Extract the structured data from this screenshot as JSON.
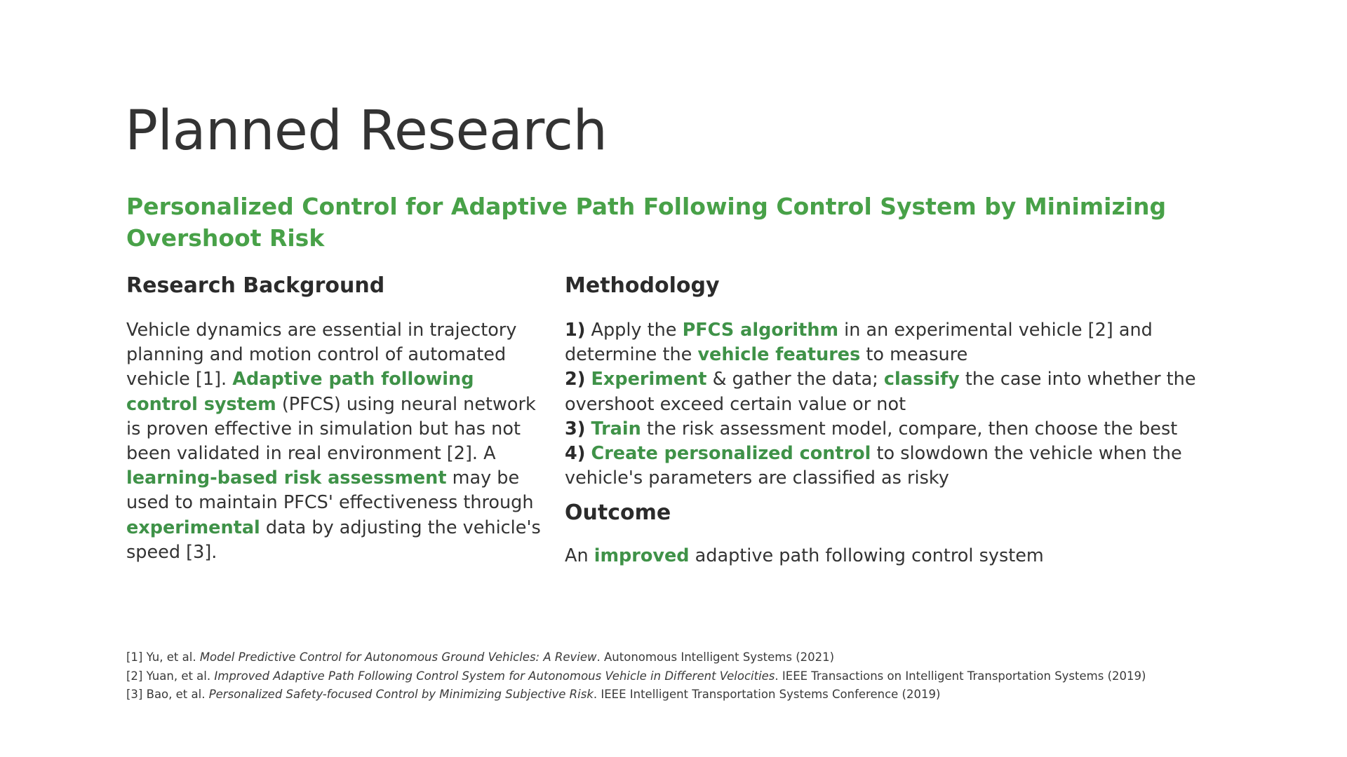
{
  "slide": {
    "title": "Planned Research",
    "subtitle": "Personalized Control for Adaptive Path Following Control System by Minimizing Overshoot Risk",
    "accent_color": "#3f9248",
    "subtitle_color": "#48a148",
    "title_color": "#333333",
    "background_color": "#ffffff"
  },
  "left_column": {
    "heading": "Research Background",
    "paragraph_parts": {
      "p1": "Vehicle dynamics are essential in trajectory planning and motion control of automated vehicle [1]. ",
      "hl1": "Adaptive path following control system",
      "p2": " (PFCS) using neural network is proven effective in simulation but has not been validated in real environment [2]. A ",
      "hl2": "learning-based risk assessment",
      "p3": " may be used to maintain PFCS' effectiveness through ",
      "hl3": "experimental",
      "p4": " data by adjusting the vehicle's speed [3]."
    },
    "paragraph_plain": "Vehicle dynamics are essential in trajectory planning and motion control of automated vehicle [1]. Adaptive path following control system (PFCS) using neural network is proven effective in simulation but has not been validated in real environment [2]. A learning-based risk assessment may be used to maintain PFCS' effectiveness through experimental data by adjusting the vehicle's speed [3]."
  },
  "right_column": {
    "heading": "Methodology",
    "steps": [
      {
        "number": "1)",
        "parts": [
          {
            "text": " Apply the ",
            "highlight": false
          },
          {
            "text": "PFCS algorithm",
            "highlight": true
          },
          {
            "text": " in an experimental vehicle [2] and determine the ",
            "highlight": false
          },
          {
            "text": "vehicle features",
            "highlight": true
          },
          {
            "text": " to measure",
            "highlight": false
          }
        ]
      },
      {
        "number": "2)",
        "parts": [
          {
            "text": " ",
            "highlight": false
          },
          {
            "text": "Experiment",
            "highlight": true
          },
          {
            "text": " & gather the data; ",
            "highlight": false
          },
          {
            "text": "classify",
            "highlight": true
          },
          {
            "text": " the case into whether the overshoot exceed certain value or not",
            "highlight": false
          }
        ]
      },
      {
        "number": "3)",
        "parts": [
          {
            "text": " ",
            "highlight": false
          },
          {
            "text": "Train",
            "highlight": true
          },
          {
            "text": " the risk assessment model, compare, then choose the best",
            "highlight": false
          }
        ]
      },
      {
        "number": "4)",
        "parts": [
          {
            "text": " ",
            "highlight": false
          },
          {
            "text": "Create personalized control",
            "highlight": true
          },
          {
            "text": " to slowdown the vehicle when the vehicle's parameters are classified as risky",
            "highlight": false
          }
        ]
      }
    ],
    "outcome_heading": "Outcome",
    "outcome_parts": {
      "pre": "An ",
      "hl": "improved",
      "post": " adaptive path following control system"
    },
    "outcome_plain": "An improved adaptive path following control system"
  },
  "references": [
    {
      "marker": "[1]",
      "authors": " Yu, et al. ",
      "italic_title": "Model Predictive Control for Autonomous Ground Vehicles: A Review",
      "venue": ". Autonomous Intelligent Systems (2021)"
    },
    {
      "marker": "[2]",
      "authors": " Yuan, et al. ",
      "italic_title": "Improved Adaptive Path Following Control System for Autonomous Vehicle in Different Velocities",
      "venue": ". IEEE Transactions on Intelligent Transportation Systems (2019)"
    },
    {
      "marker": "[3]",
      "authors": " Bao, et al. ",
      "italic_title": "Personalized Safety-focused Control by Minimizing Subjective Risk",
      "venue": ". IEEE Intelligent Transportation Systems Conference (2019)"
    }
  ]
}
